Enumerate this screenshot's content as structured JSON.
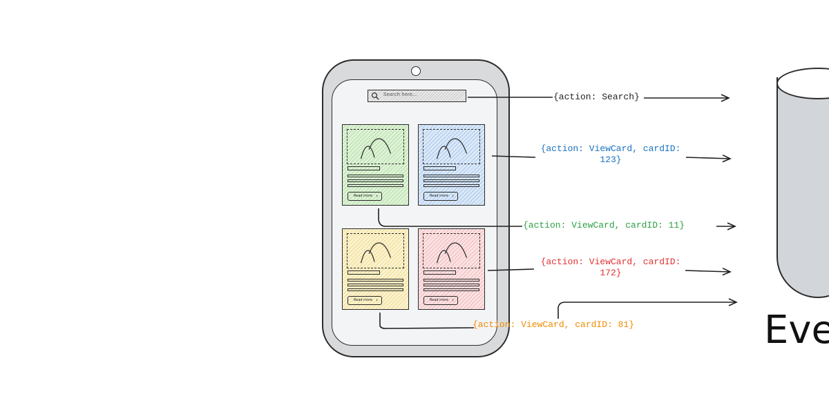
{
  "search": {
    "placeholder": "Search here..."
  },
  "cards": [
    {
      "color": "green",
      "button_label": "Read more"
    },
    {
      "color": "blue",
      "button_label": "Read more"
    },
    {
      "color": "yellow",
      "button_label": "Read more"
    },
    {
      "color": "pink",
      "button_label": "Read more"
    }
  ],
  "events": [
    {
      "text": "{action: Search}",
      "color": "#1e1e1e"
    },
    {
      "line1": "{action: ViewCard, cardID:",
      "line2": "123}",
      "color": "#1971c2"
    },
    {
      "text": "{action: ViewCard, cardID: 11}",
      "color": "#2f9e44"
    },
    {
      "line1": "{action: ViewCard, cardID:",
      "line2": "172}",
      "color": "#e03131"
    },
    {
      "text": "{action: ViewCard, cardID: 81}",
      "color": "#f08c00"
    }
  ],
  "database": {
    "label": "Eve"
  }
}
